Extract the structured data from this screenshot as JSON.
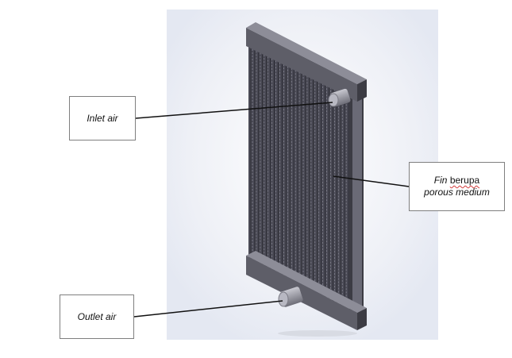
{
  "labels": {
    "inlet": "Inlet air",
    "outlet": "Outlet air",
    "fin_word": "Fin",
    "fin_rest": "berupa",
    "fin_line2": "porous medium"
  },
  "colors": {
    "frame_top": "#8d8d98",
    "frame_face": "#5e5e68",
    "frame_side": "#3c3c44",
    "fins": "#4a4a55",
    "background_glow": "#e4e8f2",
    "leader_line": "#111111"
  }
}
